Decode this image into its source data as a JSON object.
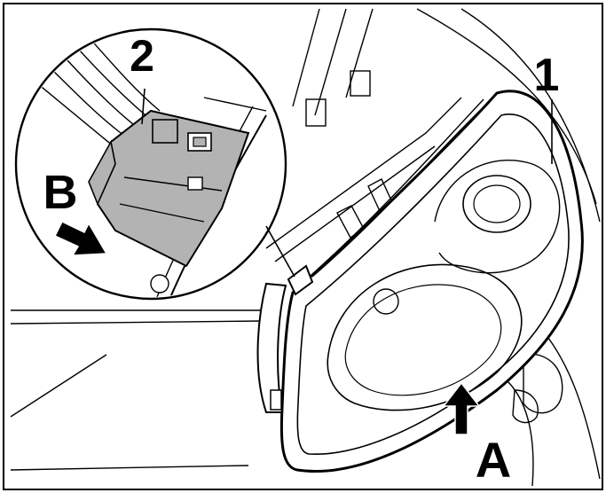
{
  "callouts": {
    "headlamp": "1",
    "connector": "2",
    "direction_a": "A",
    "direction_b": "B"
  },
  "colors": {
    "line": "#000000",
    "paper": "#ffffff",
    "connector_fill": "#b3b3b3",
    "background_line": "#555555"
  }
}
